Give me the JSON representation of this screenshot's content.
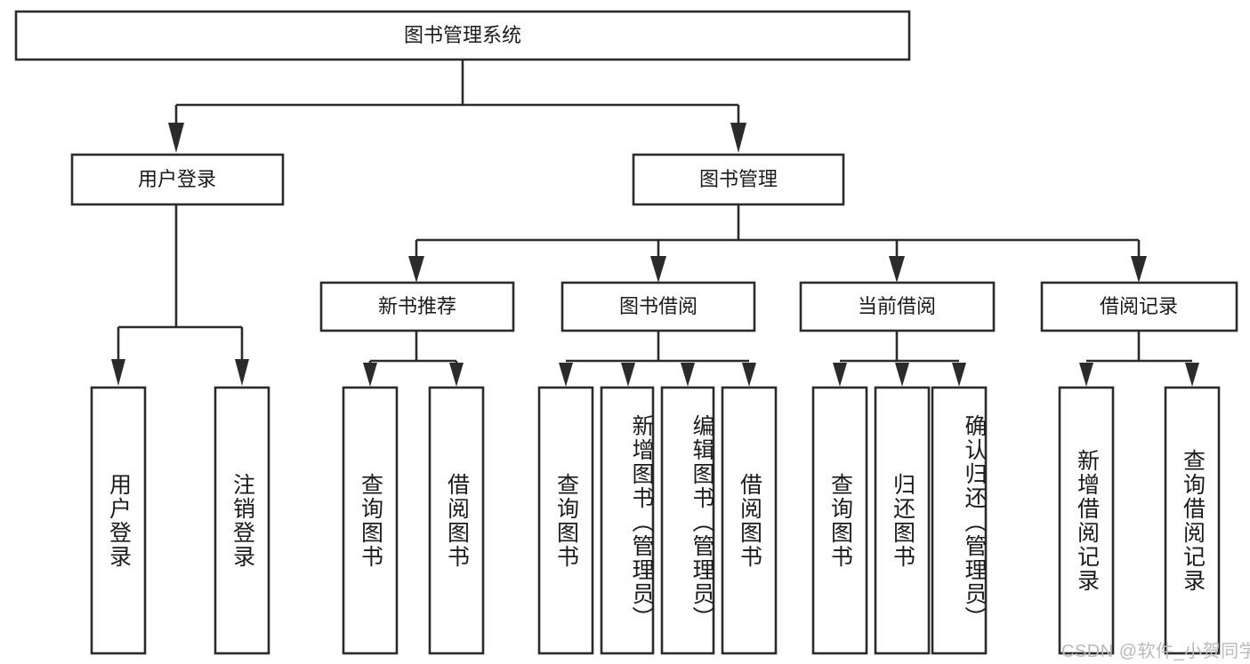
{
  "diagram": {
    "type": "tree-hierarchy-flowchart",
    "title": "图书管理系统",
    "watermark": "CSDN @软件_小贺同学",
    "colors": {
      "stroke": "#2b2b2b",
      "fill": "#ffffff",
      "text": "#1b1b1b",
      "watermark": "#b9b9b9"
    },
    "levels": [
      {
        "level": 1,
        "nodes": [
          {
            "id": "root",
            "label": "图书管理系统",
            "orientation": "horizontal"
          }
        ]
      },
      {
        "level": 2,
        "nodes": [
          {
            "id": "login",
            "label": "用户登录",
            "orientation": "horizontal",
            "parent": "root"
          },
          {
            "id": "bookmgmt",
            "label": "图书管理",
            "orientation": "horizontal",
            "parent": "root"
          }
        ]
      },
      {
        "level": 3,
        "nodes": [
          {
            "id": "newbook",
            "label": "新书推荐",
            "orientation": "horizontal",
            "parent": "bookmgmt"
          },
          {
            "id": "borrow",
            "label": "图书借阅",
            "orientation": "horizontal",
            "parent": "bookmgmt"
          },
          {
            "id": "current",
            "label": "当前借阅",
            "orientation": "horizontal",
            "parent": "bookmgmt"
          },
          {
            "id": "records",
            "label": "借阅记录",
            "orientation": "horizontal",
            "parent": "bookmgmt"
          }
        ]
      },
      {
        "level": 4,
        "nodes": [
          {
            "id": "leaf1",
            "label": "用户登录",
            "orientation": "vertical",
            "parent": "login"
          },
          {
            "id": "leaf2",
            "label": "注销登录",
            "orientation": "vertical",
            "parent": "login"
          },
          {
            "id": "leaf3",
            "label": "查询图书",
            "orientation": "vertical",
            "parent": "newbook"
          },
          {
            "id": "leaf4",
            "label": "借阅图书",
            "orientation": "vertical",
            "parent": "newbook"
          },
          {
            "id": "leaf5",
            "label": "查询图书",
            "orientation": "vertical",
            "parent": "borrow"
          },
          {
            "id": "leaf6",
            "label": "新增图书（管理员）",
            "orientation": "vertical",
            "parent": "borrow"
          },
          {
            "id": "leaf7",
            "label": "编辑图书（管理员）",
            "orientation": "vertical",
            "parent": "borrow"
          },
          {
            "id": "leaf8",
            "label": "借阅图书",
            "orientation": "vertical",
            "parent": "borrow"
          },
          {
            "id": "leaf9",
            "label": "查询图书",
            "orientation": "vertical",
            "parent": "current"
          },
          {
            "id": "leaf10",
            "label": "归还图书",
            "orientation": "vertical",
            "parent": "current"
          },
          {
            "id": "leaf11",
            "label": "确认归还（管理员）",
            "orientation": "vertical",
            "parent": "current"
          },
          {
            "id": "leaf12",
            "label": "新增借阅记录",
            "orientation": "vertical",
            "parent": "records"
          },
          {
            "id": "leaf13",
            "label": "查询借阅记录",
            "orientation": "vertical",
            "parent": "records"
          }
        ]
      }
    ]
  }
}
